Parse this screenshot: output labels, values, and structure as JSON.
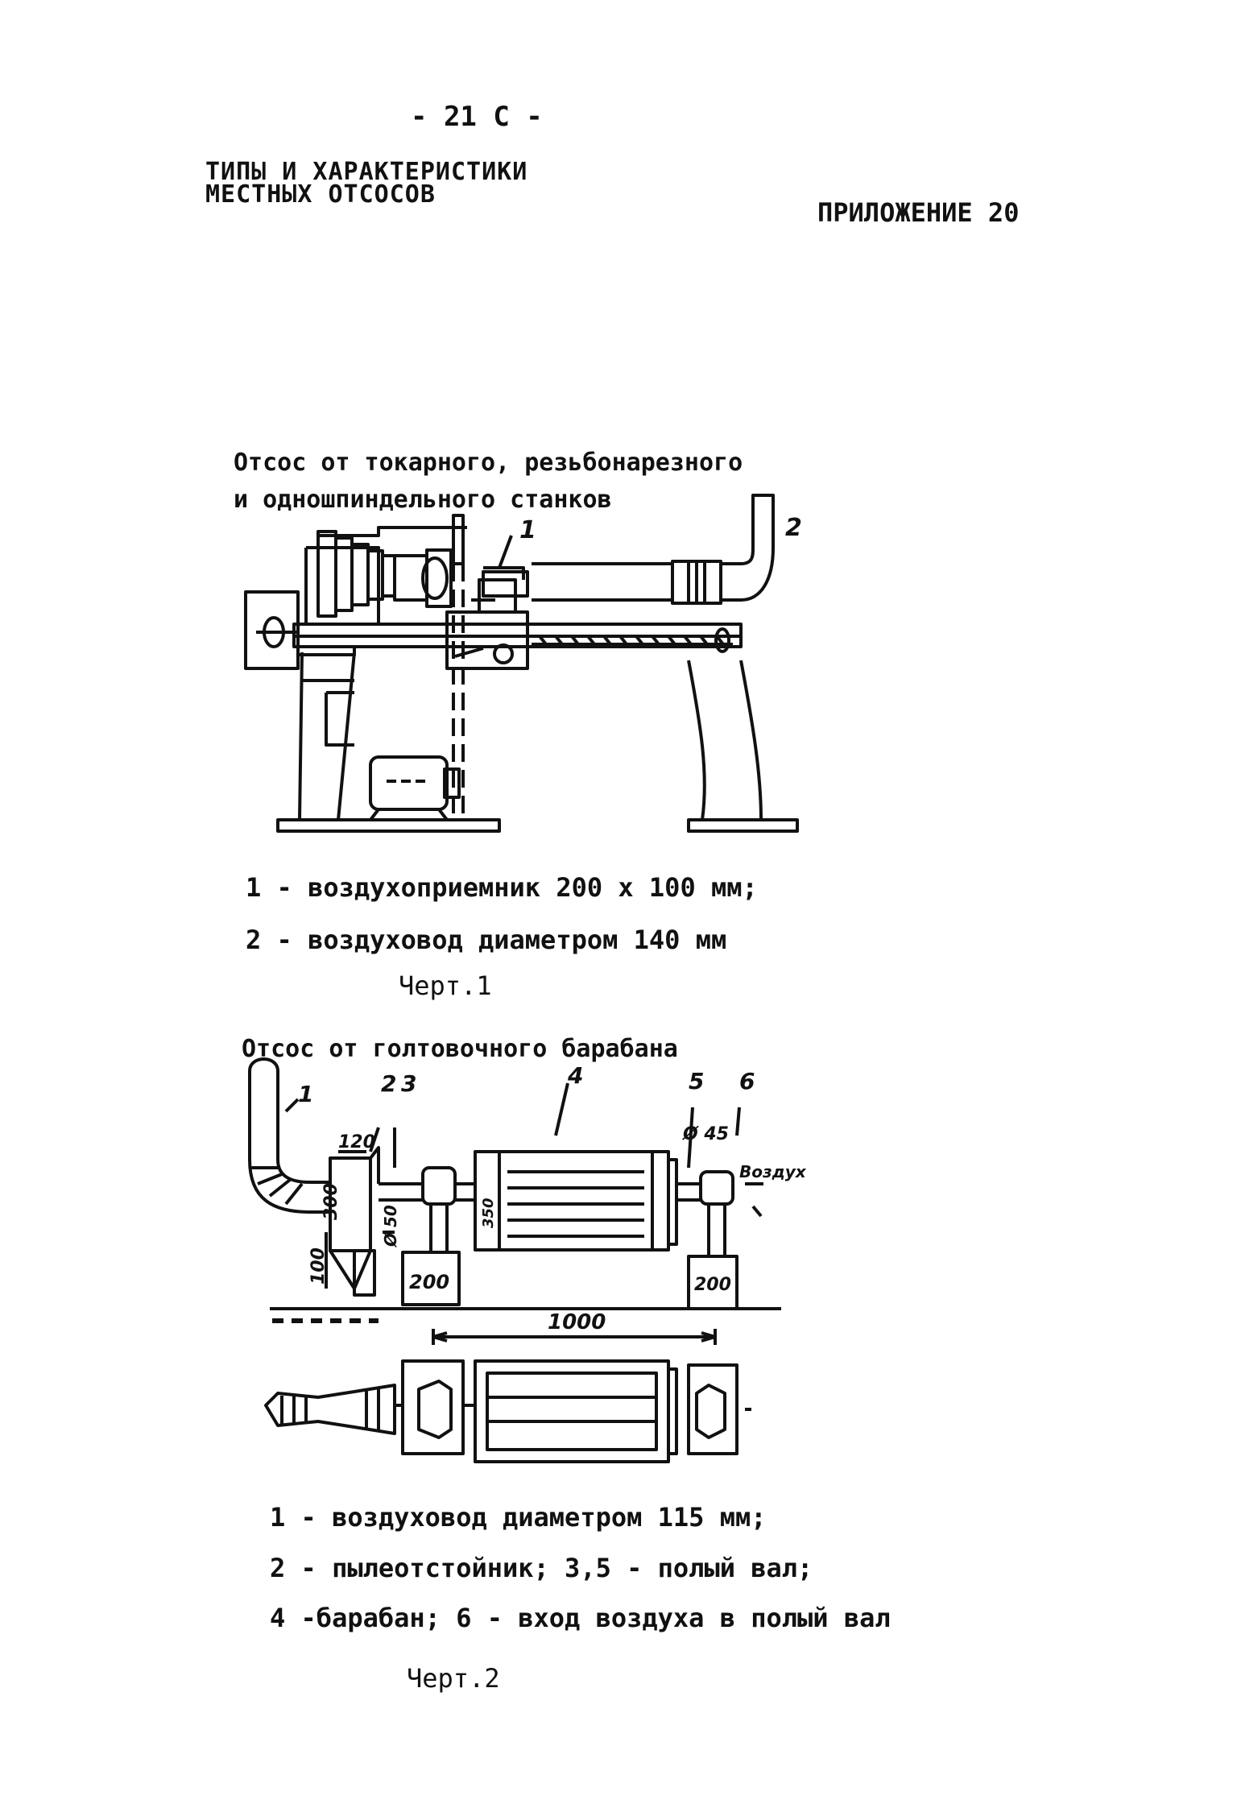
{
  "header": {
    "page_number": "- 21 С -",
    "title_line1": "ТИПЫ И ХАРАКТЕРИСТИКИ",
    "title_line2": "МЕСТНЫХ ОТСОСОВ",
    "appendix": "ПРИЛОЖЕНИЕ 20"
  },
  "figure1": {
    "caption_line1": "Отсос от токарного, резьбонарезного",
    "caption_line2": "и одношпиндельного станков",
    "callout_1": "1",
    "callout_2": "2",
    "legend": [
      "1 - воздухоприемник 200 х 100 мм;",
      "2 - воздуховод диаметром 140 мм"
    ],
    "label": "Черт.1"
  },
  "figure2": {
    "caption": "Отсос от голтовочного барабана",
    "callouts": [
      "1",
      "2",
      "3",
      "4",
      "5",
      "6"
    ],
    "dim_120": "120",
    "dim_300": "300",
    "dim_100": "100",
    "dim_50": "Ø 50",
    "dim_200a": "200",
    "dim_200b": "200",
    "dim_45": "Ø 45",
    "dim_1000": "1000",
    "dim_350": "350",
    "air_label": "Воздух",
    "legend": [
      "1 - воздуховод диаметром 115 мм;",
      "2 - пылеотстойник; 3,5 - полый вал;",
      "4 -барабан; 6 - вход воздуха в полый вал"
    ],
    "label": "Черт.2"
  }
}
